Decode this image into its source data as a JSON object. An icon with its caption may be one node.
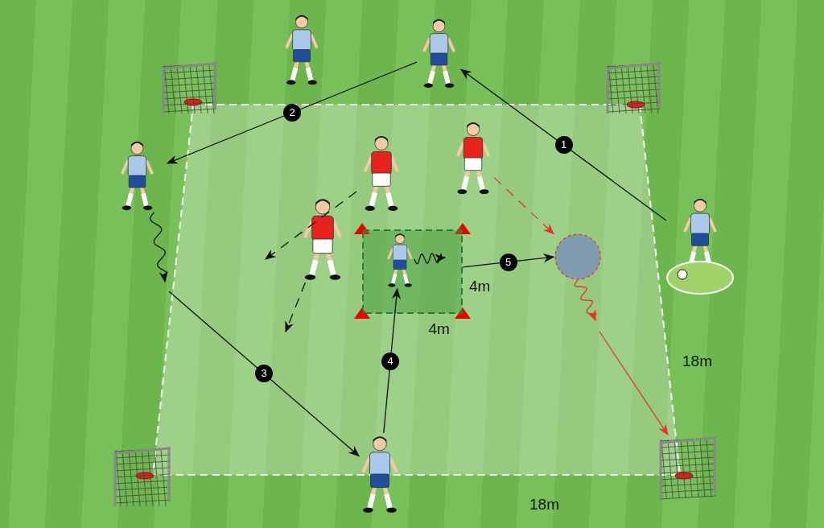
{
  "diagram": {
    "nodes": [
      {
        "text": [],
        "shape": "picture"
      },
      {
        "text": [],
        "shape": "person"
      },
      {
        "text": [],
        "shape": "person"
      },
      {
        "text": [],
        "shape": "picture"
      },
      {
        "text": [],
        "shape": "person"
      },
      {
        "text": [],
        "shape": "person"
      },
      {
        "text": [],
        "shape": "person"
      },
      {
        "text": [],
        "shape": "person"
      },
      {
        "text": [],
        "shape": "box",
        "beside": [
          "4m",
          "4m"
        ]
      },
      {
        "text": [],
        "shape": "person",
        "in": 8
      },
      {
        "text": [],
        "shape": "person"
      },
      {
        "text": [],
        "shape": "circle"
      },
      {
        "text": [],
        "shape": "picture"
      },
      {
        "text": [],
        "shape": "person"
      },
      {
        "text": [],
        "shape": "picture"
      }
    ],
    "edges": [
      {
        "from": 10,
        "to": 2,
        "arrow": "to",
        "label": "1"
      },
      {
        "from": 2,
        "to": 4,
        "arrow": "to",
        "label": "2"
      },
      {
        "from": 4,
        "to": null,
        "arrow": "to"
      },
      {
        "from": null,
        "to": 13,
        "arrow": "to",
        "label": "3"
      },
      {
        "from": 13,
        "to": 9,
        "arrow": "to",
        "label": "4"
      },
      {
        "from": 9,
        "to": null,
        "arrow": "to"
      },
      {
        "from": 8,
        "to": 11,
        "arrow": "to",
        "label": "5"
      },
      {
        "from": 6,
        "to": null,
        "arrow": "to",
        "style": "dashed"
      },
      {
        "from": 7,
        "to": null,
        "arrow": "to",
        "style": "dashed"
      },
      {
        "from": 5,
        "to": 11,
        "arrow": "to",
        "style": "dashed",
        "color": "#e8322a"
      },
      {
        "from": 11,
        "to": null,
        "arrow": "to",
        "color": "#e8322a"
      },
      {
        "from": null,
        "to": 14,
        "arrow": "to",
        "color": "#e8322a"
      }
    ],
    "labels": [
      "18m",
      "18m"
    ]
  }
}
